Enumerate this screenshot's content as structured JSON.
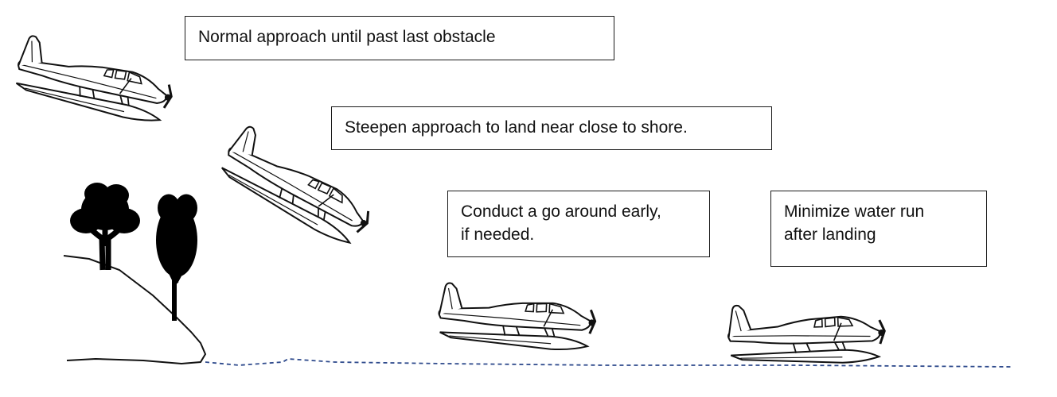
{
  "callouts": {
    "normal_approach": "Normal approach until past last obstacle",
    "steepen_approach": "Steepen approach to land near close to shore.",
    "go_around": [
      "Conduct a go around early,",
      "if needed."
    ],
    "minimize_run": [
      "Minimize water run",
      "after landing"
    ]
  },
  "colors": {
    "ink": "#111111",
    "water_line": "#2e4a8c",
    "tree": "#000000"
  },
  "icons": [
    "seaplane-icon",
    "tree-icon",
    "shoreline-hill",
    "water-surface"
  ]
}
